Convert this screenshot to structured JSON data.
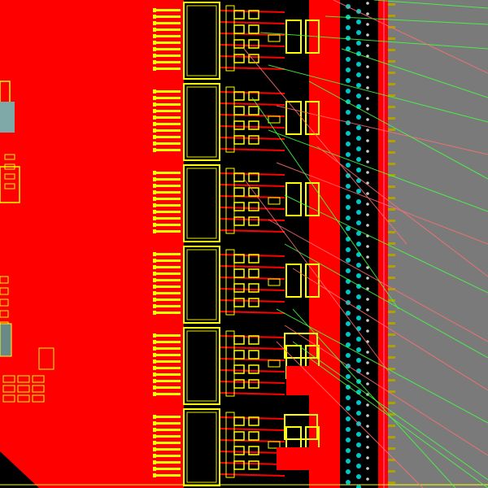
{
  "view": {
    "colors": {
      "copper_pour": "#ff0000",
      "background": "#000000",
      "outline": "#ffff00",
      "silkscreen": "#e8e800",
      "via": "#00c8c8",
      "ratsnest_green": "#44ff44",
      "ratsnest_pink": "#ff7070",
      "board_edge_area": "#7a7a7a",
      "edge_pin": "#b0a000"
    },
    "layers": [
      "copper-pour",
      "pads",
      "silkscreen",
      "vias",
      "ratsnest",
      "board-edge"
    ],
    "visible_text": []
  }
}
